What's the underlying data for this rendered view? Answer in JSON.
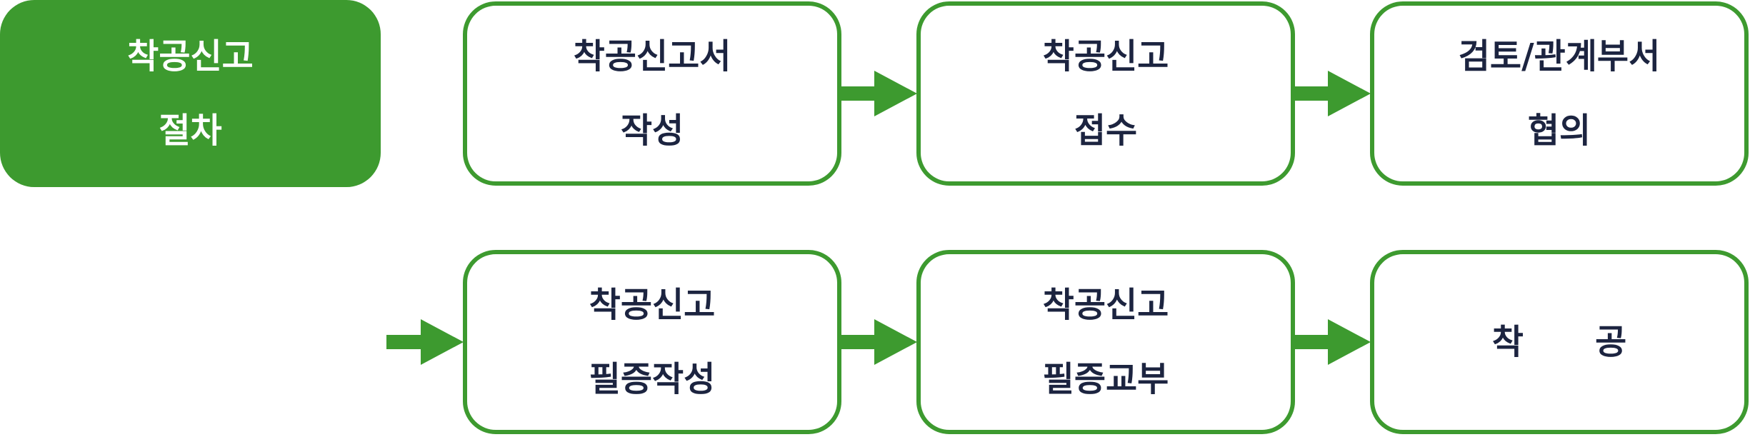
{
  "title": {
    "line1": "착공신고",
    "line2": "절차"
  },
  "steps": [
    {
      "line1": "착공신고서",
      "line2": "작성"
    },
    {
      "line1": "착공신고",
      "line2": "접수"
    },
    {
      "line1": "검토/관계부서",
      "line2": "협의"
    },
    {
      "line1": "착공신고",
      "line2": "필증작성"
    },
    {
      "line1": "착공신고",
      "line2": "필증교부"
    },
    {
      "line1": "착      공"
    }
  ],
  "colors": {
    "accent": "#3d9a2f",
    "text": "#1c2440",
    "title_text": "#ffffff"
  }
}
